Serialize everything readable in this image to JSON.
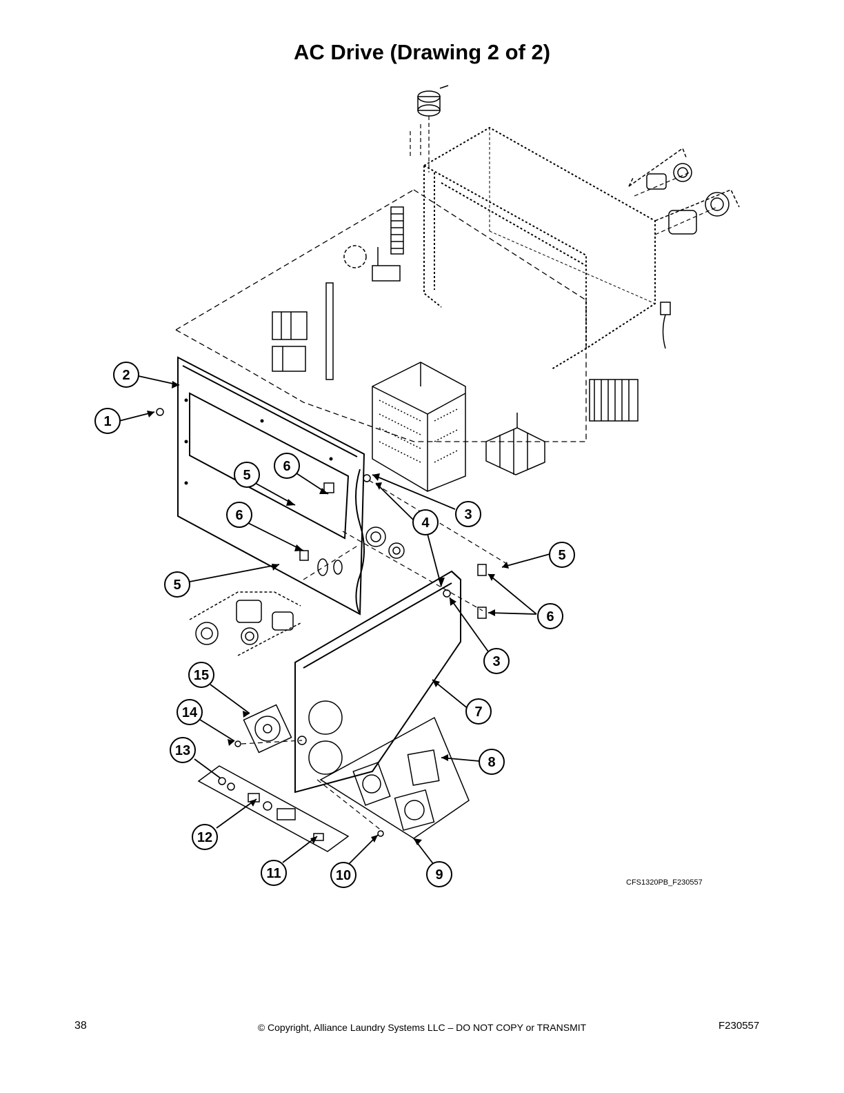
{
  "title": "AC Drive (Drawing 2 of 2)",
  "figure_code": "CFS1320PB_F230557",
  "callouts": [
    {
      "id": "callout-1",
      "label": "1"
    },
    {
      "id": "callout-2",
      "label": "2"
    },
    {
      "id": "callout-3-upper",
      "label": "3"
    },
    {
      "id": "callout-3-lower",
      "label": "3"
    },
    {
      "id": "callout-4",
      "label": "4"
    },
    {
      "id": "callout-5-upper",
      "label": "5"
    },
    {
      "id": "callout-5-lower",
      "label": "5"
    },
    {
      "id": "callout-5-right",
      "label": "5"
    },
    {
      "id": "callout-6-upper",
      "label": "6"
    },
    {
      "id": "callout-6-mid",
      "label": "6"
    },
    {
      "id": "callout-6-right",
      "label": "6"
    },
    {
      "id": "callout-7",
      "label": "7"
    },
    {
      "id": "callout-8",
      "label": "8"
    },
    {
      "id": "callout-9",
      "label": "9"
    },
    {
      "id": "callout-10",
      "label": "10"
    },
    {
      "id": "callout-11",
      "label": "11"
    },
    {
      "id": "callout-12",
      "label": "12"
    },
    {
      "id": "callout-13",
      "label": "13"
    },
    {
      "id": "callout-14",
      "label": "14"
    },
    {
      "id": "callout-15",
      "label": "15"
    }
  ],
  "footer": {
    "page_number": "38",
    "copyright": "© Copyright, Alliance Laundry Systems LLC – DO NOT COPY or TRANSMIT",
    "doc_number": "F230557"
  }
}
